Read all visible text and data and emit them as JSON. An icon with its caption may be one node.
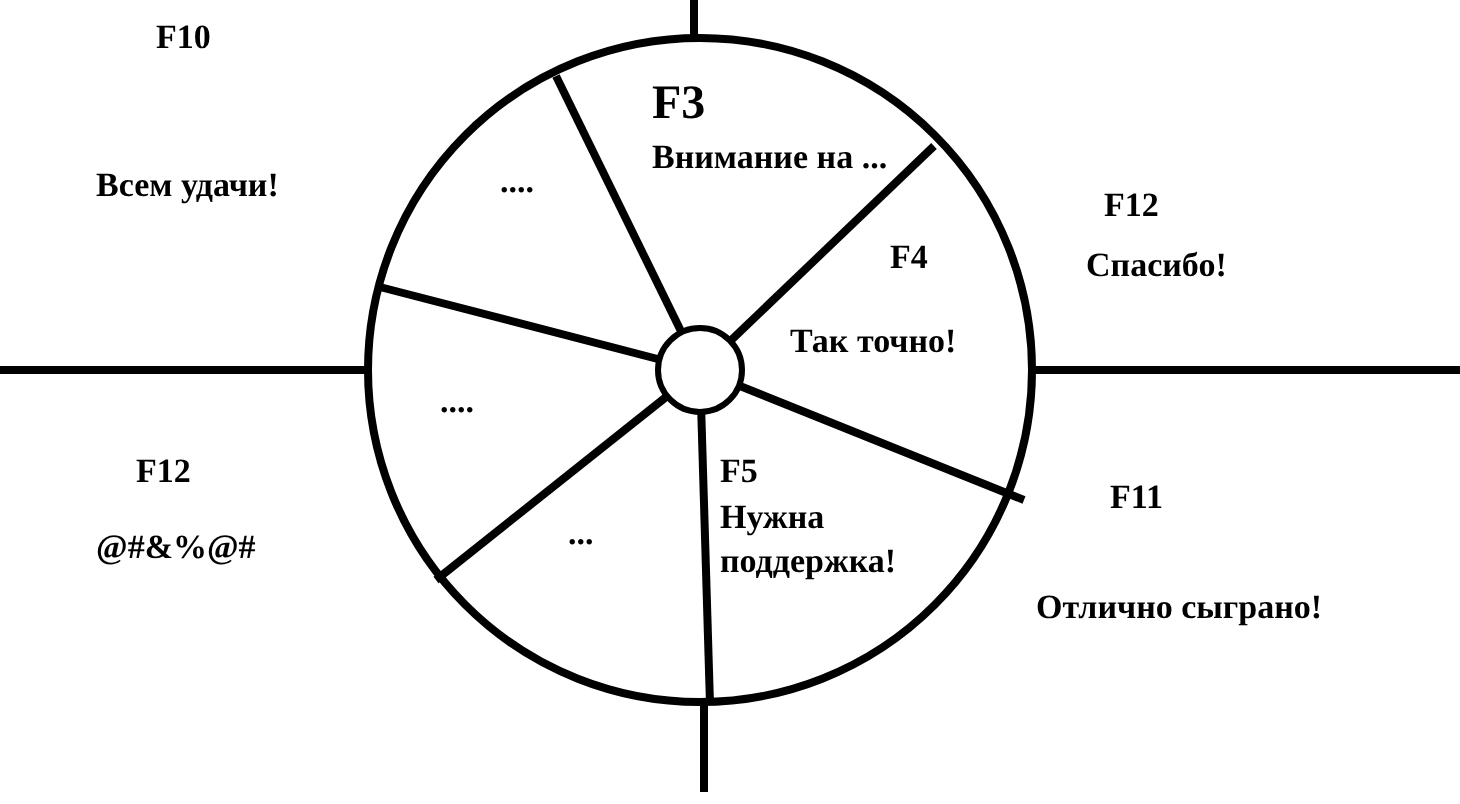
{
  "diagram": {
    "nodes": [
      {
        "text": [],
        "shape": "circle"
      },
      {
        "text": [
          "F3",
          "Внимание на ..."
        ],
        "in": 0
      },
      {
        "text": [
          "F4",
          "Так точно!"
        ],
        "in": 0
      },
      {
        "text": [
          "F5",
          "Нужна поддержка!"
        ],
        "in": 0
      },
      {
        "text": [
          "..."
        ],
        "in": 0
      },
      {
        "text": [
          "...."
        ],
        "in": 0
      },
      {
        "text": [
          "...."
        ],
        "in": 0
      },
      {
        "text": [],
        "shape": "circle",
        "in": 0
      }
    ],
    "labels": [
      "F10",
      "Всем удачи!",
      "F12",
      "Спасибо!",
      "F12",
      "@#&%@#",
      "F11",
      "Отлично сыграно!"
    ]
  }
}
